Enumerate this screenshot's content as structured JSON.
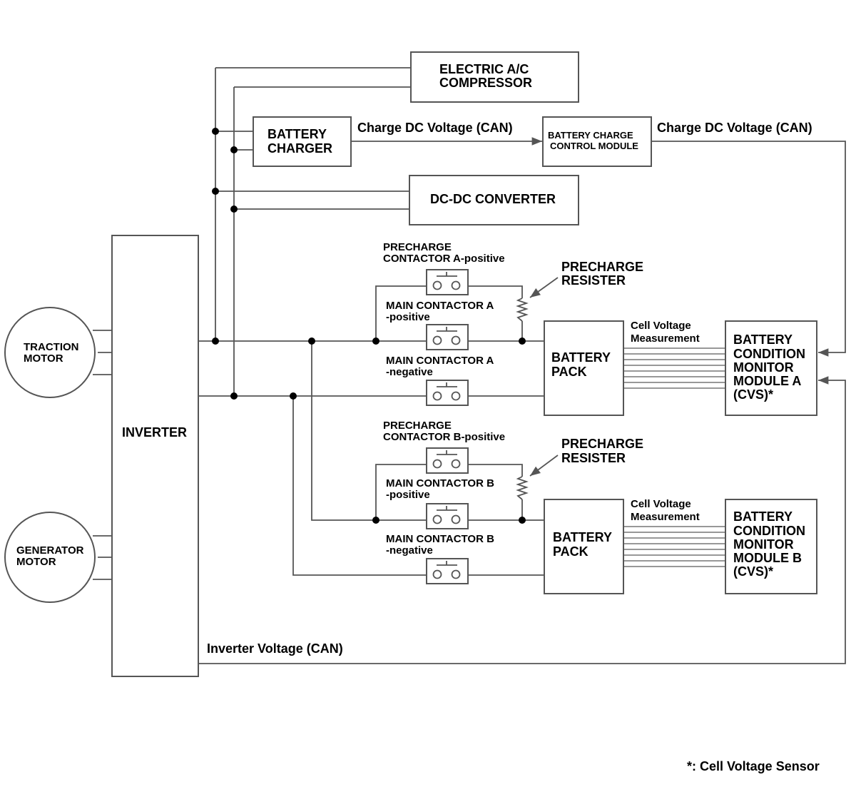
{
  "blocks": {
    "ac_compressor": [
      "ELECTRIC A/C",
      "COMPRESSOR"
    ],
    "battery_charger": [
      "BATTERY",
      "CHARGER"
    ],
    "battery_charge_control_module": [
      "BATTERY CHARGE",
      "CONTROL MODULE"
    ],
    "dc_dc_converter": "DC-DC CONVERTER",
    "inverter": "INVERTER",
    "traction_motor": [
      "TRACTION",
      "MOTOR"
    ],
    "generator_motor": [
      "GENERATOR",
      "MOTOR"
    ],
    "battery_pack_a": [
      "BATTERY",
      "PACK"
    ],
    "battery_pack_b": [
      "BATTERY",
      "PACK"
    ],
    "bcm_a": [
      "BATTERY",
      "CONDITION",
      "MONITOR",
      "MODULE A",
      "(CVS)*"
    ],
    "bcm_b": [
      "BATTERY",
      "CONDITION",
      "MONITOR",
      "MODULE B",
      "(CVS)*"
    ]
  },
  "labels": {
    "charge_dc_voltage_1": "Charge DC Voltage (CAN)",
    "charge_dc_voltage_2": "Charge DC Voltage (CAN)",
    "precharge_contactor_a": [
      "PRECHARGE",
      "CONTACTOR A-positive"
    ],
    "precharge_contactor_b": [
      "PRECHARGE",
      "CONTACTOR B-positive"
    ],
    "main_contactor_a_pos": [
      "MAIN CONTACTOR A",
      "-positive"
    ],
    "main_contactor_a_neg": [
      "MAIN CONTACTOR A",
      "-negative"
    ],
    "main_contactor_b_pos": [
      "MAIN CONTACTOR B",
      "-positive"
    ],
    "main_contactor_b_neg": [
      "MAIN CONTACTOR B",
      "-negative"
    ],
    "precharge_resister_a": [
      "PRECHARGE",
      "RESISTER"
    ],
    "precharge_resister_b": [
      "PRECHARGE",
      "RESISTER"
    ],
    "cell_voltage_a": [
      "Cell Voltage",
      "Measurement"
    ],
    "cell_voltage_b": [
      "Cell Voltage",
      "Measurement"
    ],
    "inverter_voltage": "Inverter Voltage (CAN)",
    "footnote": "*: Cell Voltage Sensor"
  },
  "colors": {
    "line": "#555555",
    "junction": "#000000",
    "background": "#ffffff"
  }
}
